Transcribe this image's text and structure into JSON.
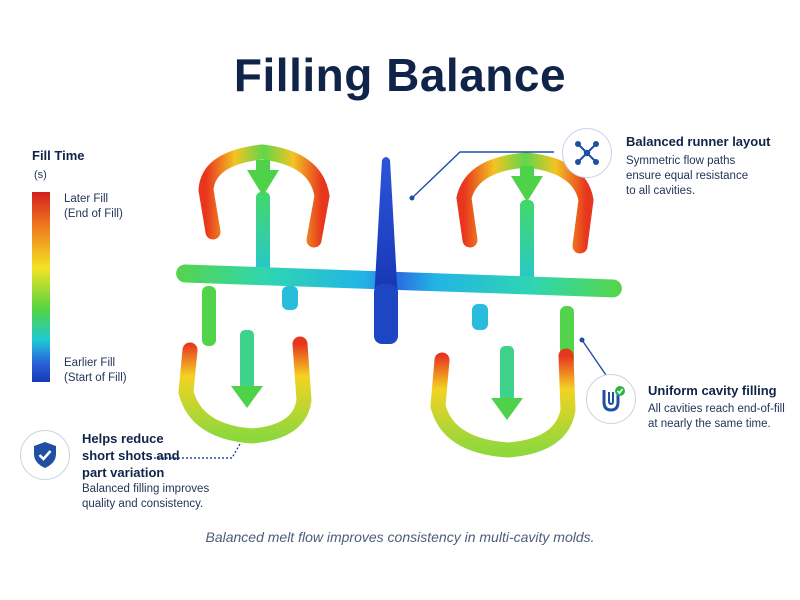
{
  "title": "Filling Balance",
  "legend": {
    "title": "Fill Time",
    "unit": "(s)",
    "high_line1": "Later Fill",
    "high_line2": "(End of Fill)",
    "low_line1": "Earlier Fill",
    "low_line2": "(Start of Fill)",
    "colors": [
      "#d2201f",
      "#f07a1e",
      "#f3e323",
      "#52d442",
      "#1ec9d6",
      "#2a62d9",
      "#1838b8"
    ]
  },
  "callouts": {
    "runner": {
      "heading": "Balanced runner layout",
      "line1": "Symmetric flow paths",
      "line2": "ensure equal resistance",
      "line3": "to all cavities.",
      "icon": "network-nodes-icon"
    },
    "cavity": {
      "heading": "Uniform cavity filling",
      "line1": "All cavities reach end-of-fill",
      "line2": "at nearly the same time.",
      "icon": "u-cavity-check-icon"
    },
    "quality": {
      "heading_line1": "Helps reduce",
      "heading_line2": "short shots and",
      "heading_line3": "part variation",
      "line1": "Balanced filling improves",
      "line2": "quality and consistency.",
      "icon": "shield-check-icon"
    }
  },
  "footer": "Balanced melt flow improves consistency in multi-cavity molds.",
  "colors": {
    "title": "#10244a",
    "accent": "#1f4fa3",
    "check": "#2bb34a"
  }
}
